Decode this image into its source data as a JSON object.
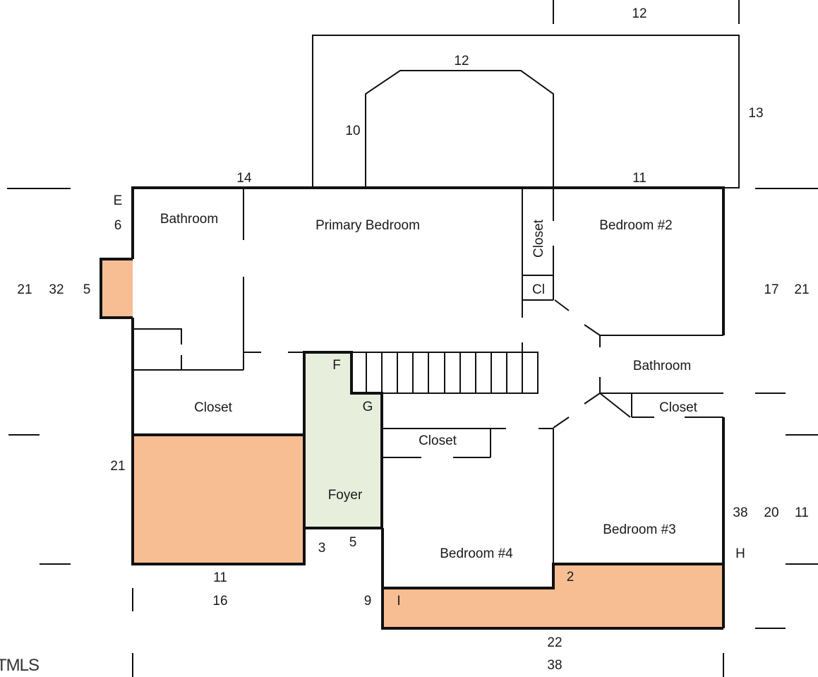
{
  "colors": {
    "garage": "#F7BE94",
    "foyer": "#E8EEDC",
    "wall": "#111111"
  },
  "rooms": {
    "bathroom_main": "Bathroom",
    "primary_bedroom": "Primary Bedroom",
    "closet_vertical": "Closet",
    "closet_small": "Cl",
    "bedroom_2": "Bedroom #2",
    "bathroom_2": "Bathroom",
    "closet_right": "Closet",
    "closet_left": "Closet",
    "closet_middle": "Closet",
    "foyer": "Foyer",
    "bedroom_4": "Bedroom #4",
    "bedroom_3": "Bedroom #3"
  },
  "points": {
    "E": "E",
    "F": "F",
    "G": "G",
    "H": "H",
    "I": "I"
  },
  "dimensions": {
    "top_outer": "12",
    "bay_top": "12",
    "bay_side": "10",
    "upper_right": "13",
    "top_left": "14",
    "top_right": "11",
    "left_e": "6",
    "left_21": "21",
    "left_32": "32",
    "left_5": "5",
    "right_17": "17",
    "right_21": "21",
    "left_lower": "21",
    "right_38": "38",
    "right_20": "20",
    "right_11": "11",
    "step_3": "3",
    "step_5": "5",
    "bottom_11": "11",
    "bottom_16": "16",
    "bottom_9": "9",
    "small_2": "2",
    "bottom_22": "22",
    "bottom_38": "38"
  },
  "watermark": "TMLS"
}
